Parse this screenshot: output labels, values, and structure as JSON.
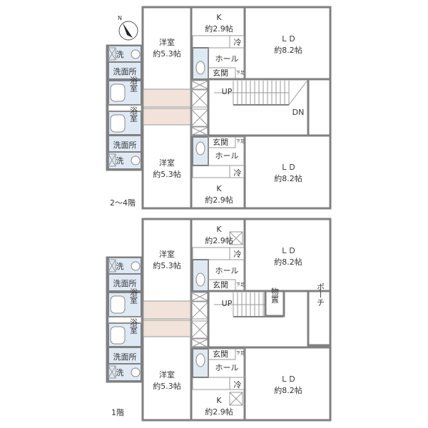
{
  "compass": {
    "north": "N"
  },
  "colors": {
    "wall": "#808080",
    "wet_area": "#dfe9f4",
    "closet": "#f1e2da"
  },
  "floors": [
    {
      "floor_label": "2～4階",
      "upper_unit": {
        "western": "洋室",
        "western_size": "約5.3帖",
        "kitchen": "K",
        "kitchen_size": "約2.9帖",
        "ld": "ＬＤ",
        "ld_size": "約8.2帖",
        "hall": "ホール",
        "entrance": "玄関",
        "shoe": "下足",
        "fridge": "冷",
        "washroom": "洗面所",
        "washer": "洗",
        "bath": "浴室"
      },
      "lower_unit": {
        "western": "洋室",
        "western_size": "約5.3帖",
        "kitchen": "K",
        "kitchen_size": "約2.9帖",
        "ld": "ＬＤ",
        "ld_size": "約8.2帖",
        "hall": "ホール",
        "entrance": "玄関",
        "shoe": "下足",
        "fridge": "冷",
        "washroom": "洗面所",
        "washer": "洗",
        "bath": "浴室"
      },
      "stairs_up": "UP",
      "stairs_down": "DN"
    },
    {
      "floor_label": "1階",
      "upper_unit": {
        "western": "洋室",
        "western_size": "約5.3帖",
        "kitchen": "K",
        "kitchen_size": "約2.9帖",
        "ld": "ＬＤ",
        "ld_size": "約8.2帖",
        "hall": "ホール",
        "entrance": "玄関",
        "shoe": "下足",
        "fridge": "冷",
        "washroom": "洗面所",
        "washer": "洗",
        "bath": "浴室"
      },
      "lower_unit": {
        "western": "洋室",
        "western_size": "約5.3帖",
        "kitchen": "K",
        "kitchen_size": "約2.9帖",
        "ld": "ＬＤ",
        "ld_size": "約8.2帖",
        "hall": "ホール",
        "entrance": "玄関",
        "shoe": "下足",
        "fridge": "冷",
        "washroom": "洗面所",
        "washer": "洗",
        "bath": "浴室"
      },
      "stairs_up": "UP",
      "storage": "物置",
      "porch": "ポーチ"
    }
  ]
}
